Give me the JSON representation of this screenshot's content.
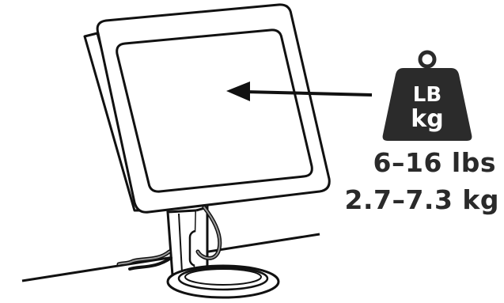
{
  "weight_icon": {
    "unit_top": "LB",
    "unit_bottom": "kg",
    "icon": "weight-icon",
    "color": "#2b2b2b"
  },
  "weight_range": {
    "lbs": "6–16 lbs",
    "kg": "2.7–7.3 kg"
  },
  "colors": {
    "line": "#111111",
    "text": "#2a2a2a",
    "cable": "#555555"
  }
}
